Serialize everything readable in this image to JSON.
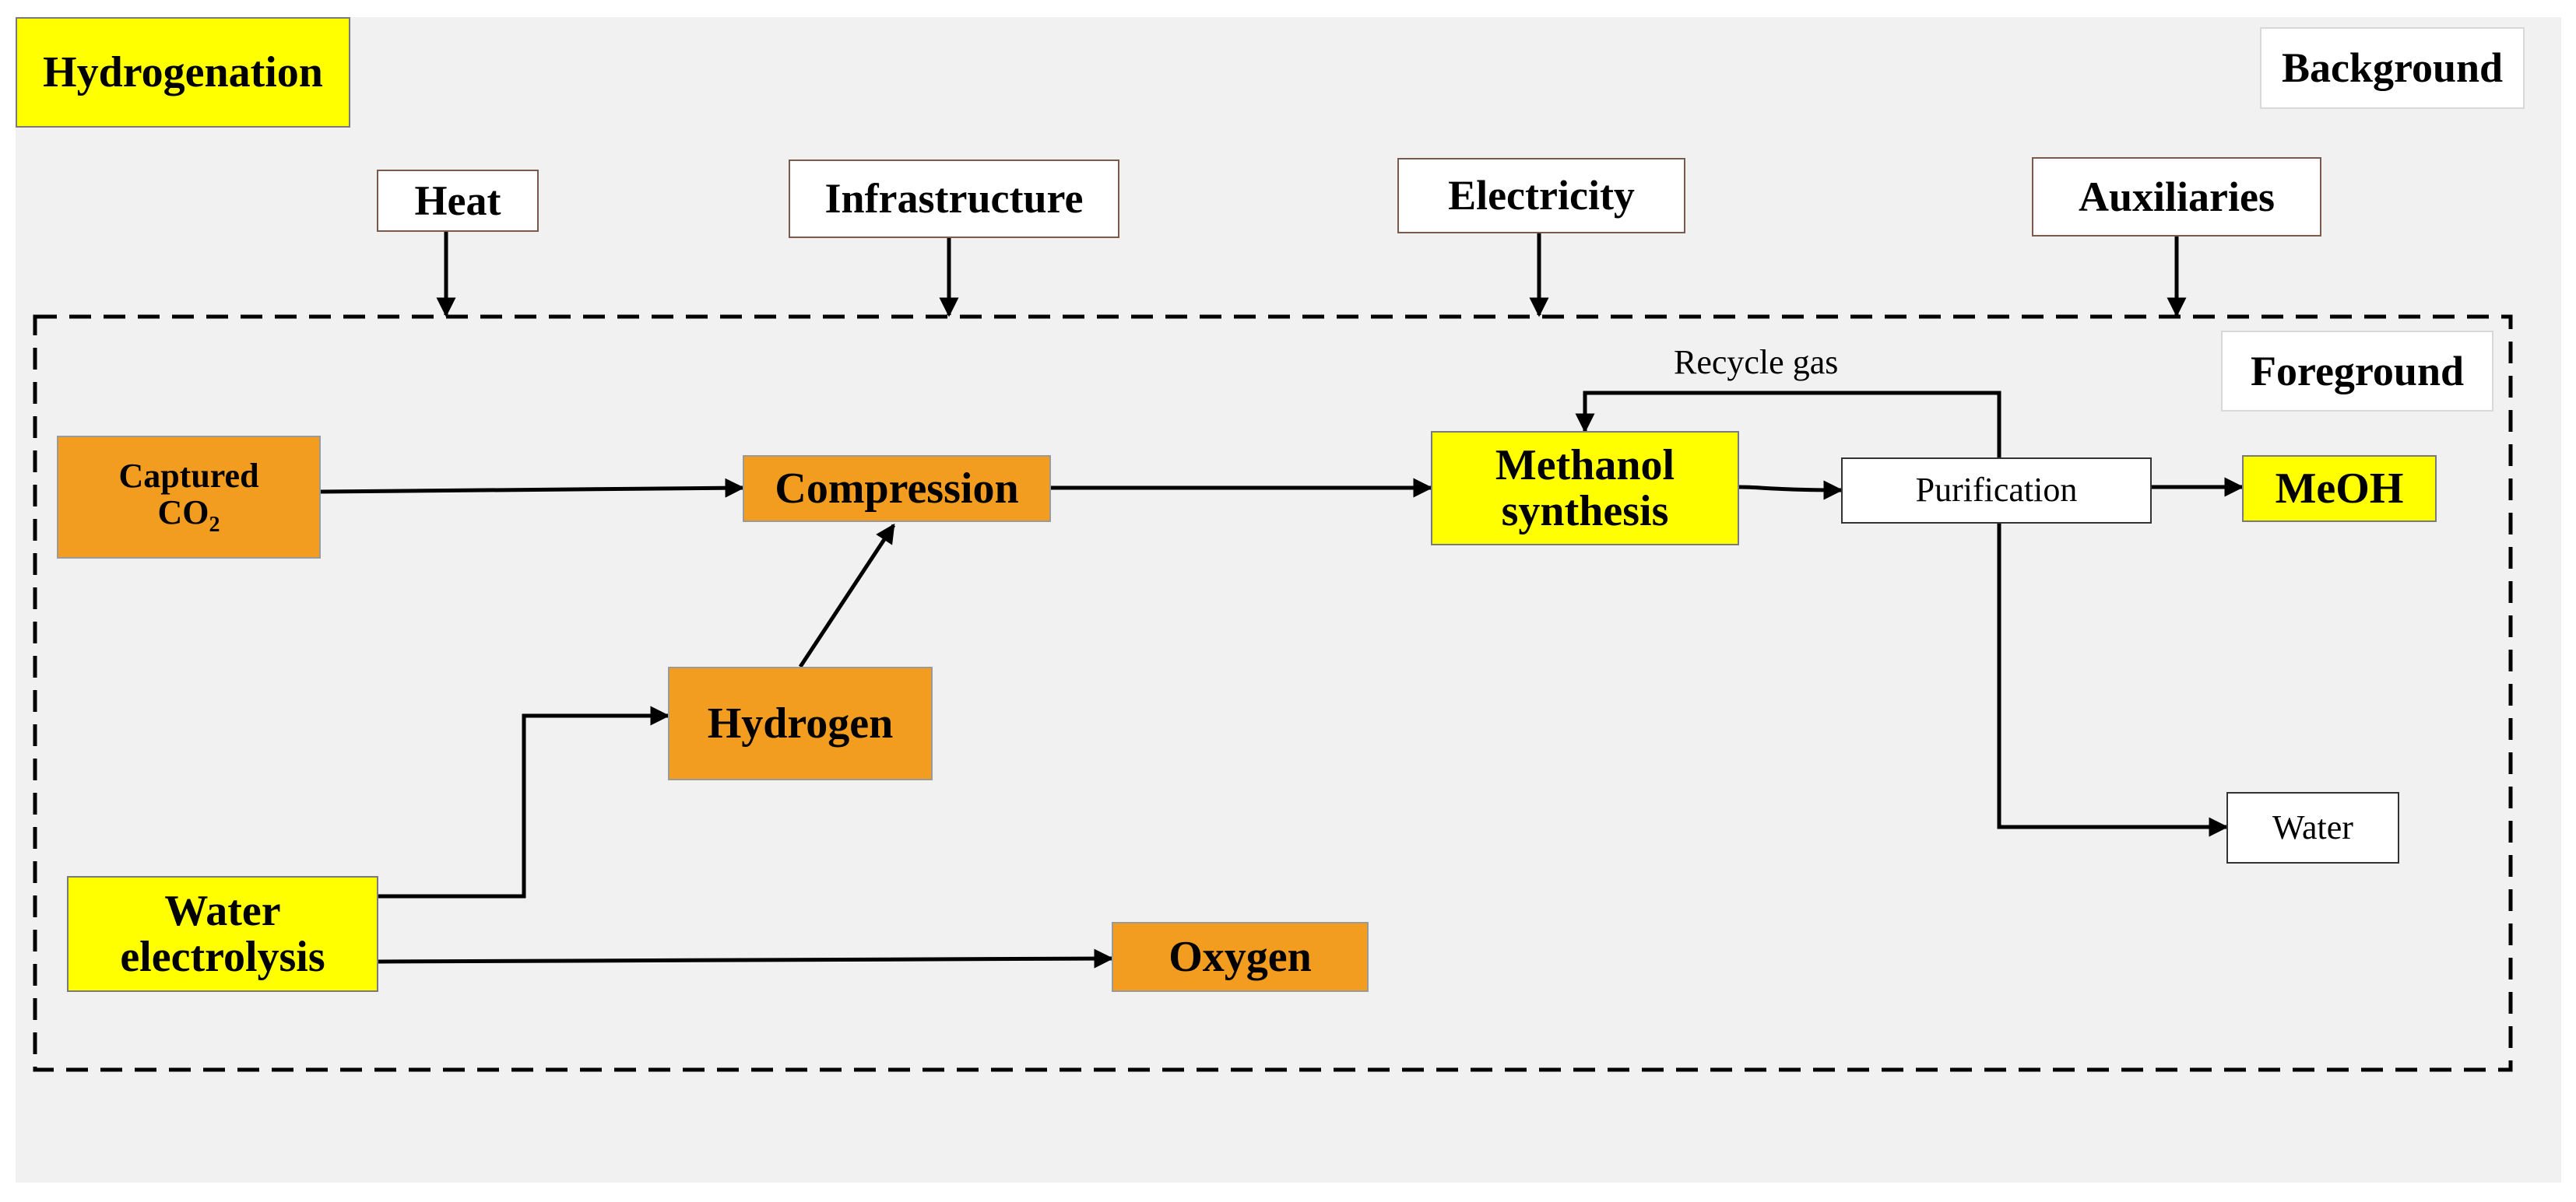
{
  "title": "Hydrogenation",
  "background_label": "Background",
  "foreground_label": "Foreground",
  "inputs": {
    "heat": "Heat",
    "infrastructure": "Infrastructure",
    "electricity": "Electricity",
    "auxiliaries": "Auxiliaries"
  },
  "nodes": {
    "captured_co2_line1": "Captured",
    "captured_co2_line2": "CO",
    "captured_co2_sub": "2",
    "compression": "Compression",
    "hydrogen": "Hydrogen",
    "water_electrolysis_line1": "Water",
    "water_electrolysis_line2": "electrolysis",
    "oxygen": "Oxygen",
    "methanol_synthesis_line1": "Methanol",
    "methanol_synthesis_line2": "synthesis",
    "purification": "Purification",
    "meoh": "MeOH",
    "water": "Water"
  },
  "edges": {
    "recycle_gas": "Recycle gas"
  },
  "colors": {
    "process_yellow": "#ffff00",
    "process_orange": "#f29d1f",
    "panel_gray": "#f1f1f1"
  }
}
